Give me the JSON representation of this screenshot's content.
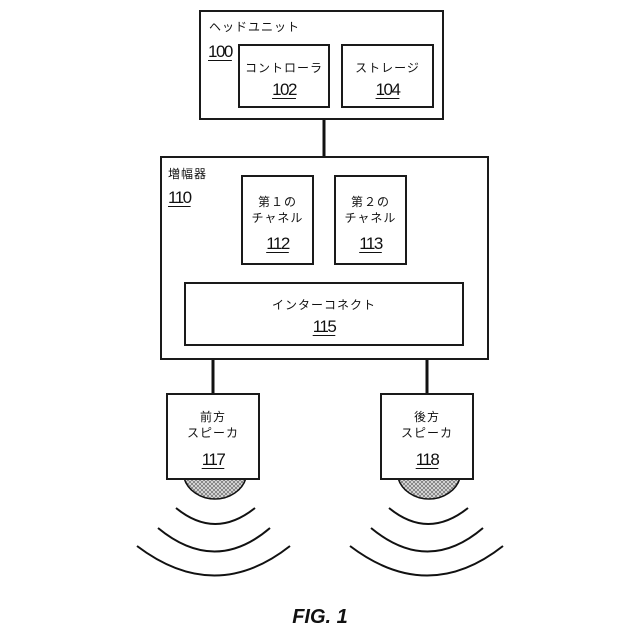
{
  "head_unit": {
    "label": "ヘッドユニット",
    "ref": "100"
  },
  "controller": {
    "label": "コントローラ",
    "ref": "102"
  },
  "storage": {
    "label": "ストレージ",
    "ref": "104"
  },
  "amplifier": {
    "label": "増幅器",
    "ref": "110"
  },
  "channel1": {
    "line1": "第１の",
    "line2": "チャネル",
    "ref": "112"
  },
  "channel2": {
    "line1": "第２の",
    "line2": "チャネル",
    "ref": "113"
  },
  "interconnect": {
    "label": "インターコネクト",
    "ref": "115"
  },
  "front_speaker": {
    "line1": "前方",
    "line2": "スピーカ",
    "ref": "117"
  },
  "rear_speaker": {
    "line1": "後方",
    "line2": "スピーカ",
    "ref": "118"
  },
  "caption": "FIG. 1"
}
